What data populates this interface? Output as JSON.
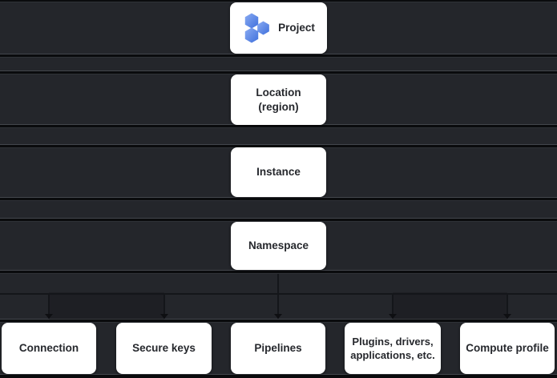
{
  "diagram": {
    "type": "resource-hierarchy",
    "theme": "dark",
    "edges": [
      [
        "project",
        "location"
      ],
      [
        "location",
        "instance"
      ],
      [
        "instance",
        "namespace"
      ],
      [
        "namespace",
        "connection"
      ],
      [
        "namespace",
        "secure_keys"
      ],
      [
        "namespace",
        "pipelines"
      ],
      [
        "namespace",
        "plugins"
      ],
      [
        "namespace",
        "compute_profile"
      ]
    ]
  },
  "nodes": {
    "project": {
      "label": "Project",
      "icon": "hexagon-cluster-icon"
    },
    "location": {
      "line1": "Location",
      "line2": "(region)"
    },
    "instance": {
      "label": "Instance"
    },
    "namespace": {
      "label": "Namespace"
    },
    "connection": {
      "label": "Connection"
    },
    "secure_keys": {
      "label": "Secure keys"
    },
    "pipelines": {
      "label": "Pipelines"
    },
    "plugins": {
      "line1": "Plugins, drivers,",
      "line2": "applications, etc."
    },
    "compute_profile": {
      "label": "Compute profile"
    }
  },
  "colors": {
    "background": "#24262b",
    "separator_black": "#0a0b0d",
    "separator_highlight": "#43464c",
    "node_background": "#ffffff",
    "node_text": "#26282d",
    "connector": "#14161a",
    "icon_blue": "#4b7ce5",
    "icon_blue_light": "#8aabf2",
    "icon_blue_dark": "#3f70dc"
  }
}
